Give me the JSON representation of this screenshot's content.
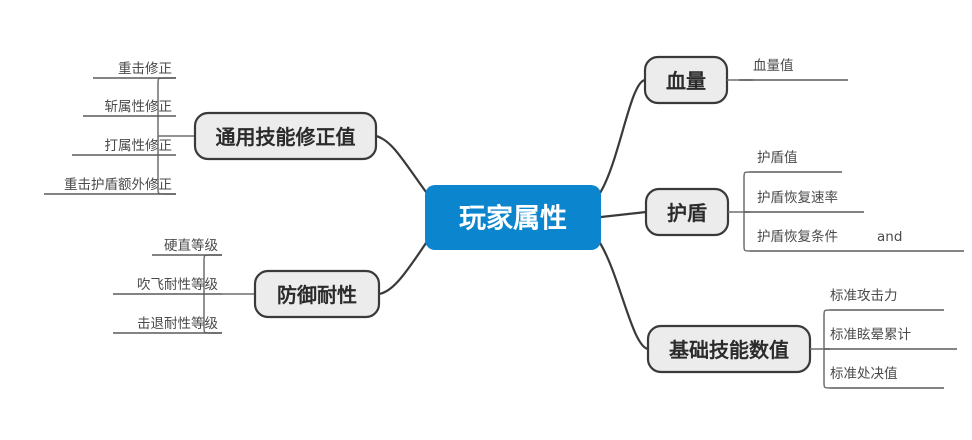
{
  "diagram": {
    "type": "mind-map",
    "title": "玩家属性",
    "root": {
      "label": "玩家属性",
      "color": "#0b86ce",
      "text_color": "#ffffff"
    },
    "branch_color": "#ececec",
    "branch_border_color": "#3a3a3a",
    "leaf_text_color": "#4a4a4a",
    "branches": [
      {
        "id": "general-skill-modifier",
        "label": "通用技能修正值",
        "side": "left",
        "children": [
          {
            "label": "重击修正"
          },
          {
            "label": "斩属性修正"
          },
          {
            "label": "打属性修正"
          },
          {
            "label": "重击护盾额外修正"
          }
        ]
      },
      {
        "id": "defense-resistance",
        "label": "防御耐性",
        "side": "left",
        "children": [
          {
            "label": "硬直等级"
          },
          {
            "label": "吹飞耐性等级"
          },
          {
            "label": "击退耐性等级"
          }
        ]
      },
      {
        "id": "health",
        "label": "血量",
        "side": "right",
        "children": [
          {
            "label": "血量值"
          }
        ]
      },
      {
        "id": "shield",
        "label": "护盾",
        "side": "right",
        "children": [
          {
            "label": "护盾值"
          },
          {
            "label": "护盾恢复速率"
          },
          {
            "label": "护盾恢复条件",
            "annotation": "and"
          }
        ]
      },
      {
        "id": "basic-skill-values",
        "label": "基础技能数值",
        "side": "right",
        "children": [
          {
            "label": "标准攻击力"
          },
          {
            "label": "标准眩晕累计"
          },
          {
            "label": "标准处决值"
          }
        ]
      }
    ]
  }
}
